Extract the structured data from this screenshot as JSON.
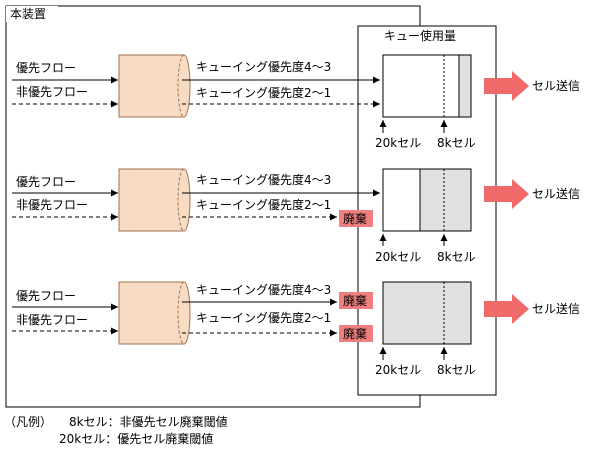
{
  "device_label": "本装置",
  "queue_usage_label": "キュー使用量",
  "rows": [
    {
      "priority_flow": "優先フロー",
      "nonpriority_flow": "非優先フロー",
      "queuing_high": "キューイング優先度4～3",
      "queuing_low": "キューイング優先度2～1",
      "discard_labels": [],
      "threshold_20k": "20kセル",
      "threshold_8k": "8kセル",
      "send_label": "セル送信",
      "fill_fraction": 0.14
    },
    {
      "priority_flow": "優先フロー",
      "nonpriority_flow": "非優先フロー",
      "queuing_high": "キューイング優先度4～3",
      "queuing_low": "キューイング優先度2～1",
      "discard_labels": [
        "廃棄"
      ],
      "threshold_20k": "20kセル",
      "threshold_8k": "8kセル",
      "send_label": "セル送信",
      "fill_fraction": 0.6
    },
    {
      "priority_flow": "優先フロー",
      "nonpriority_flow": "非優先フロー",
      "queuing_high": "キューイング優先度4～3",
      "queuing_low": "キューイング優先度2～1",
      "discard_labels": [
        "廃棄",
        "廃棄"
      ],
      "threshold_20k": "20kセル",
      "threshold_8k": "8kセル",
      "send_label": "セル送信",
      "fill_fraction": 1.0
    }
  ],
  "legend": {
    "title": "（凡例）",
    "line1": "8kセル：非優先セル廃棄閾値",
    "line2": "20kセル：優先セル廃棄閾値"
  },
  "colors": {
    "queue_body": "#f7dcc3",
    "queue_fill": "#e0e0e0",
    "discard_bg": "#f08080",
    "send_arrow": "#f06a6a"
  }
}
